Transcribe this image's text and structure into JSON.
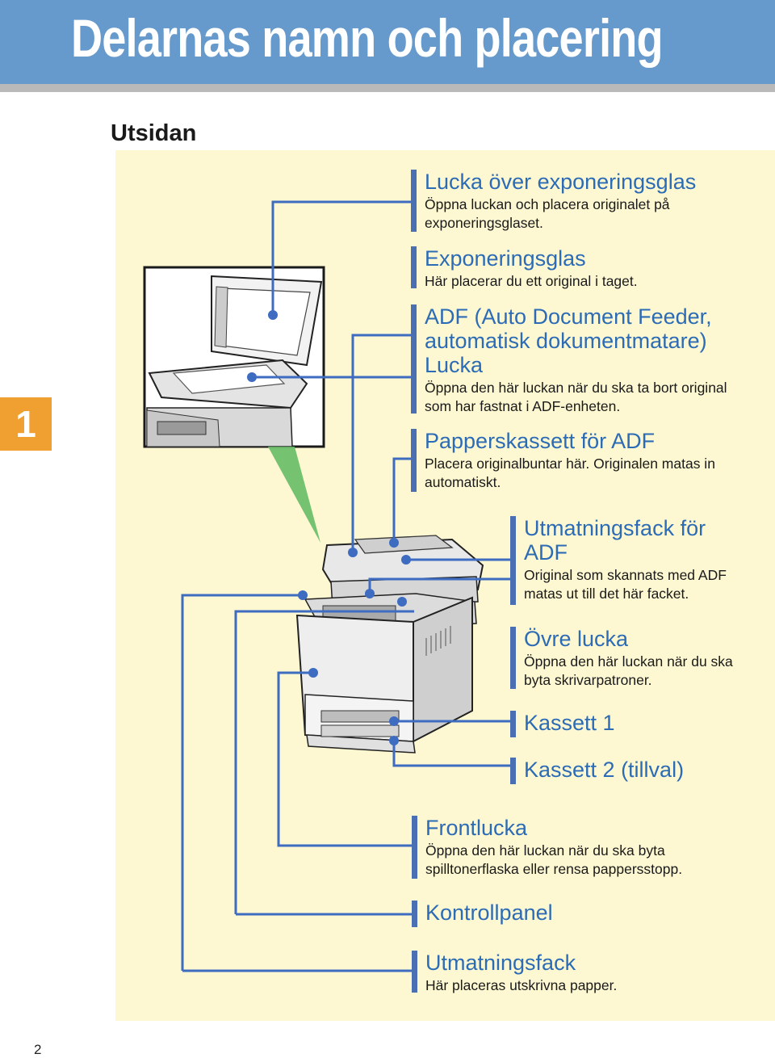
{
  "page": {
    "title": "Delarnas namn och placering",
    "section_title": "Utsidan",
    "chapter_number": "1",
    "page_number": "2"
  },
  "colors": {
    "header_band": "#6699cc",
    "panel_background": "#fdf8d2",
    "chapter_tab": "#f0a030",
    "heading_text": "#2c6bb5",
    "callout_bar": "#4a6fb3",
    "highlight_wedge": "#66bb66"
  },
  "callouts": [
    {
      "heading": "Lucka över exponeringsglas",
      "description": "Öppna luckan och placera originalet på exponeringsglaset."
    },
    {
      "heading": "Exponeringsglas",
      "description": "Här placerar du ett original i taget."
    },
    {
      "heading": "ADF (Auto Document Feeder, automatisk dokumentmatare) Lucka",
      "description": "Öppna den här luckan när du ska ta bort original som har fastnat i ADF-enheten."
    },
    {
      "heading": "Papperskassett för ADF",
      "description": "Placera originalbuntar här. Originalen matas in automatiskt."
    },
    {
      "heading": "Utmatningsfack för ADF",
      "description": "Original som skannats med ADF matas ut till det här facket."
    },
    {
      "heading": "Övre lucka",
      "description": "Öppna den här luckan när du ska byta skrivarpatroner."
    },
    {
      "heading": "Kassett 1",
      "description": ""
    },
    {
      "heading": "Kassett 2 (tillval)",
      "description": ""
    },
    {
      "heading": "Frontlucka",
      "description": "Öppna den här luckan när du ska byta spilltonerflaska eller rensa pappersstopp."
    },
    {
      "heading": "Kontrollpanel",
      "description": ""
    },
    {
      "heading": "Utmatningsfack",
      "description": "Här placeras utskrivna papper."
    }
  ]
}
